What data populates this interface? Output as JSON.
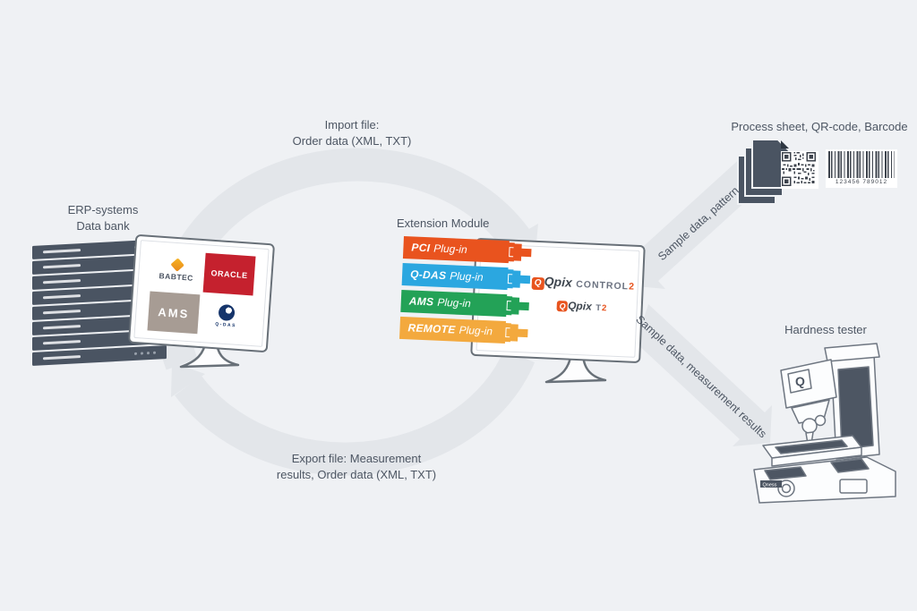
{
  "colors": {
    "background": "#eff1f4",
    "flow_band": "#e3e6ea",
    "ink": "#4d5663",
    "server_dark": "#4a5462",
    "qpix_orange": "#e8541f",
    "oracle_red": "#c5212e",
    "ams_taupe": "#a79c94",
    "qdas_navy": "#16356b"
  },
  "erp": {
    "label_line1": "ERP-systems",
    "label_line2": "Data bank",
    "logos": [
      {
        "name": "BABTEC"
      },
      {
        "name": "ORACLE"
      },
      {
        "name": "AMS"
      },
      {
        "name": "Q-DAS"
      }
    ]
  },
  "flows": {
    "import_line1": "Import file:",
    "import_line2": "Order data (XML, TXT)",
    "export_line1": "Export file: Measurement",
    "export_line2": "results, Order data (XML, TXT)",
    "sample_pattern": "Sample data, pattern",
    "sample_results": "Sample data, measurement results"
  },
  "extension": {
    "label": "Extension Module",
    "plugins": [
      {
        "name": "PCI",
        "suffix": "Plug-in",
        "color": "#e9531e"
      },
      {
        "name": "Q-DAS",
        "suffix": "Plug-in",
        "color": "#2ba7e0"
      },
      {
        "name": "AMS",
        "suffix": "Plug-in",
        "color": "#23a257"
      },
      {
        "name": "REMOTE",
        "suffix": "Plug-in",
        "color": "#f3a93e"
      }
    ],
    "screen": {
      "brand": "Qpix",
      "product1": "CONTROL",
      "sup1": "2",
      "product2": "T",
      "sup2": "2"
    }
  },
  "outputs": {
    "process_label": "Process sheet, QR-code, Barcode",
    "barcode_digits": "123456 789012"
  },
  "tester": {
    "label": "Hardness tester",
    "head_logo": "Q",
    "brand": "Qness"
  }
}
